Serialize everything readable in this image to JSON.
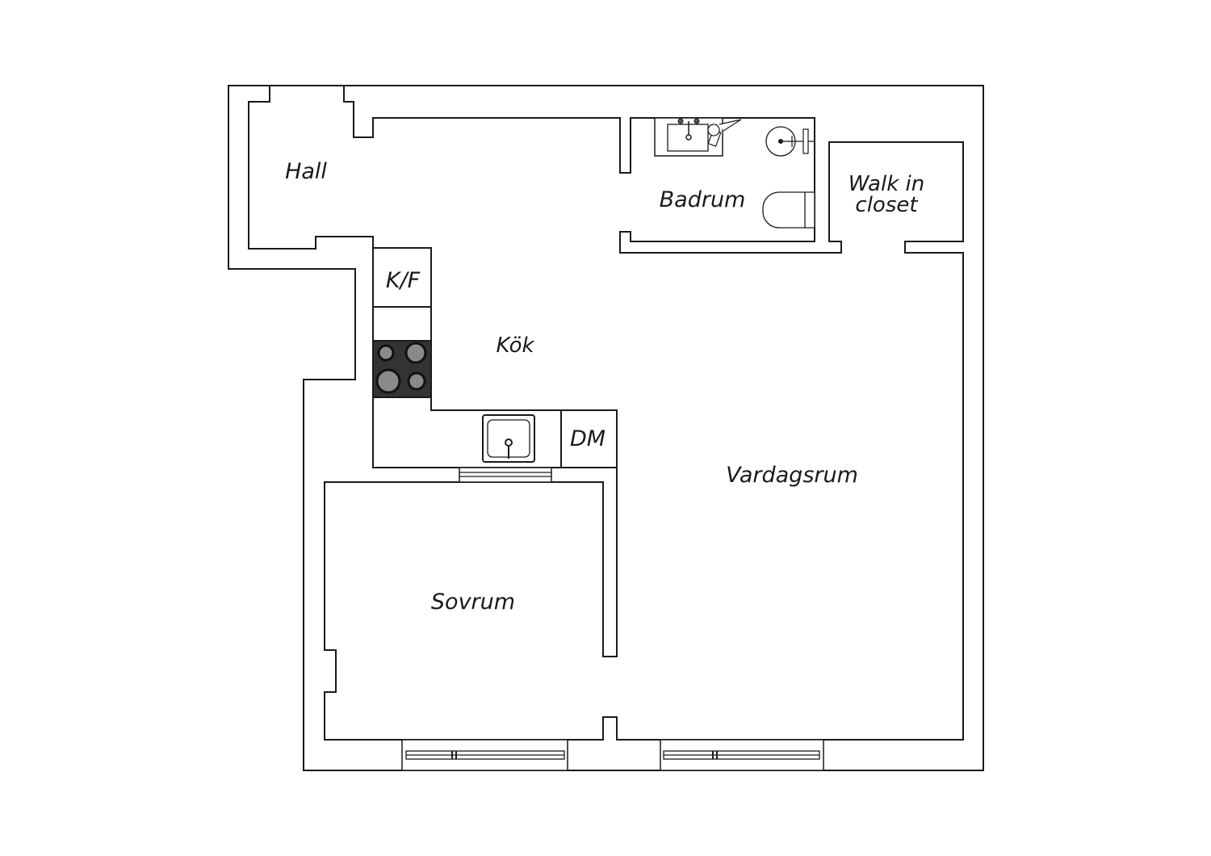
{
  "rooms": {
    "hall": "Hall",
    "badrum": "Badrum",
    "walk_in_closet_line1": "Walk in",
    "walk_in_closet_line2": "closet",
    "kyl_frys": "K/F",
    "kok": "Kök",
    "diskmaskin": "DM",
    "vardagsrum": "Vardagsrum",
    "sovrum": "Sovrum"
  },
  "colors": {
    "line": "#1a1a1a",
    "background": "#ffffff",
    "stove": "#333333",
    "burner": "#8a8a8a"
  },
  "icons": {
    "stove": "stove-icon",
    "kitchen_sink": "sink-icon",
    "bath_sink": "washbasin-icon",
    "shower": "shower-icon",
    "toilet": "toilet-icon"
  }
}
